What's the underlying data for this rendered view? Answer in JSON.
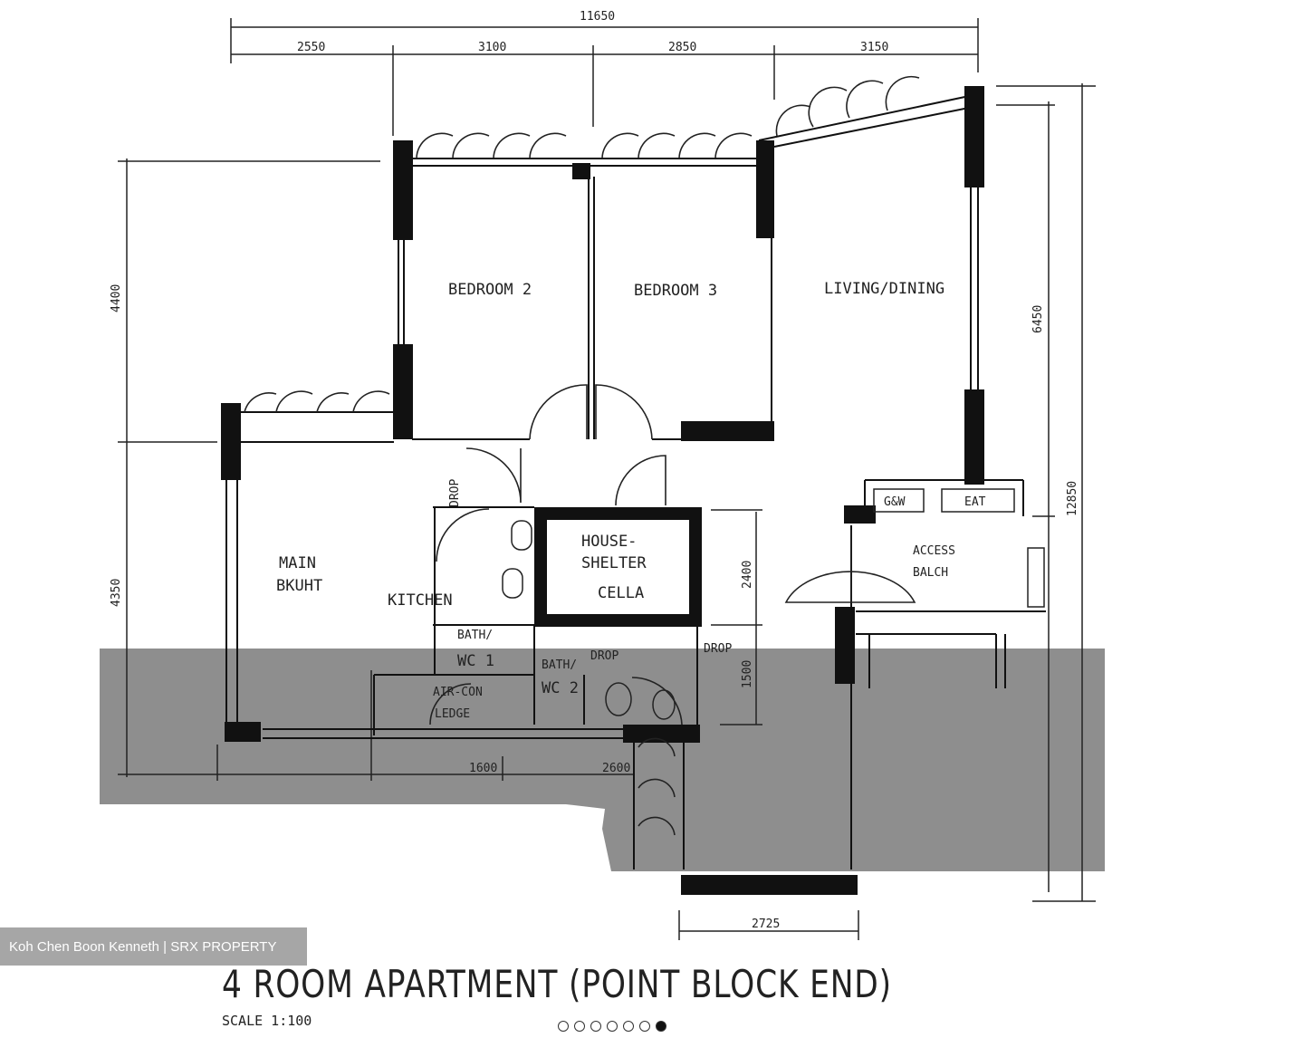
{
  "dimensions": {
    "total_width": "11650",
    "seg1": "2550",
    "seg2": "3100",
    "seg3": "2850",
    "seg4": "3150",
    "left_upper": "4400",
    "left_lower": "4350",
    "right_inner": "6450",
    "right_outer": "12850",
    "hs_height": "2400",
    "small_height": "1500",
    "bottom1": "1600",
    "bottom2": "2600",
    "bottom3": "2725"
  },
  "rooms": {
    "bedroom2": "BEDROOM 2",
    "bedroom3": "BEDROOM 3",
    "living": "LIVING/DINING",
    "master_l1": "MAIN",
    "master_l2": "BKUHT",
    "kitchen": "KITCHEN",
    "hs_l1": "HOUSE-",
    "hs_l2": "SHELTER",
    "hs_l3": "CELLA",
    "bath1_l1": "BATH/",
    "bath1_l2": "WC 1",
    "bath2_l1": "BATH/",
    "bath2_l2": "WC 2",
    "aircon_l1": "AIR-CON",
    "aircon_l2": "LEDGE",
    "access_l1": "ACCESS",
    "access_l2": "BALCH",
    "gaw": "G&W",
    "eat": "EAT",
    "drop1": "DROP",
    "drop2": "DROP",
    "drop3": "DROP"
  },
  "watermark": "Koh Chen Boon Kenneth | SRX PROPERTY",
  "caption": "4 ROOM APARTMENT (POINT BLOCK END)",
  "scale": "SCALE  1:100",
  "carousel": {
    "count": 7,
    "active_index": 6
  }
}
